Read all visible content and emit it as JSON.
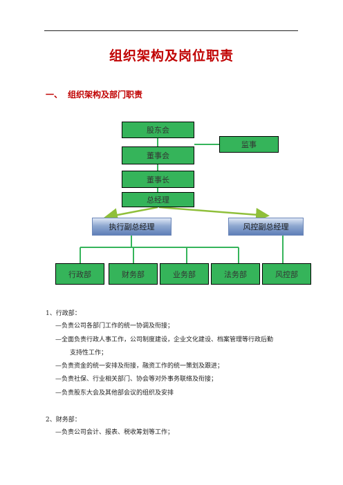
{
  "title": "组织架构及岗位职责",
  "section1": {
    "number": "一、",
    "heading": "组织架构及部门职责"
  },
  "org_chart": {
    "shareholders": "股东会",
    "supervisor": "监事",
    "board": "董事会",
    "chairman": "董事长",
    "general_manager": "总经理",
    "exec_vp": "执行副总经理",
    "risk_vp": "风控副总经理",
    "departments": [
      "行政部",
      "财务部",
      "业务部",
      "法务部",
      "风控部"
    ],
    "colors": {
      "green": "#35b45a",
      "line": "#35b45a",
      "arrow": "#8fbf3a",
      "blue": "#6b86b8"
    }
  },
  "admin_dept": {
    "heading": "1、行政部：",
    "items": [
      "—负责公司各部门工作的统一协调及衔接；",
      "—全面负责行政人事工作，公司制度建设，企业文化建设、档案管理等行政后勤",
      "支持性工作；",
      "—负责资金的统一安排及衔接，融资工作的统一策划及跟进；",
      "—负责社保、行业相关部门、协会等对外事务联络及衔接；",
      "—负责股东大会及其他部会议的组织及安排"
    ]
  },
  "finance_dept": {
    "heading": "2、财务部：",
    "items": [
      "—负责公司会计、报表、税收筹划等工作；"
    ]
  }
}
